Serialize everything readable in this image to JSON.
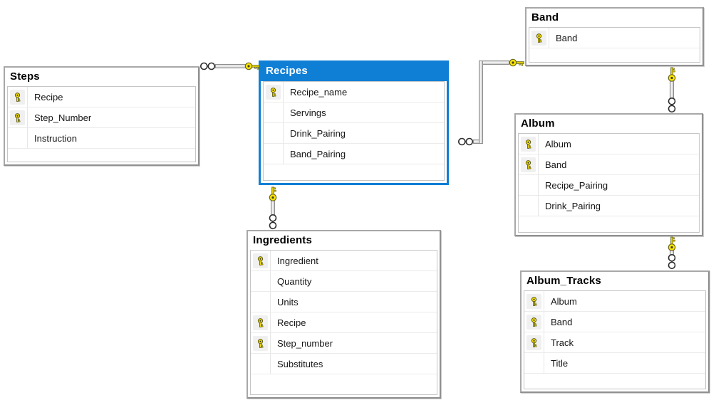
{
  "diagram": {
    "kind": "database-entity-relationship-diagram",
    "background_color": "#ffffff",
    "selected_accent_color": "#0f7fd6",
    "primary_key_color": "#ffe400",
    "icons": {
      "primary_key": "key-icon",
      "relationship_one_end": "key-icon",
      "relationship_many_end": "infinity-circles-icon"
    },
    "tables": [
      {
        "title": "Steps",
        "selected": false,
        "columns": [
          {
            "name": "Recipe",
            "pk": true
          },
          {
            "name": "Step_Number",
            "pk": true
          },
          {
            "name": "Instruction",
            "pk": false
          }
        ]
      },
      {
        "title": "Recipes",
        "selected": true,
        "columns": [
          {
            "name": "Recipe_name",
            "pk": true
          },
          {
            "name": "Servings",
            "pk": false
          },
          {
            "name": "Drink_Pairing",
            "pk": false
          },
          {
            "name": "Band_Pairing",
            "pk": false
          }
        ]
      },
      {
        "title": "Ingredients",
        "selected": false,
        "columns": [
          {
            "name": "Ingredient",
            "pk": true
          },
          {
            "name": "Quantity",
            "pk": false
          },
          {
            "name": "Units",
            "pk": false
          },
          {
            "name": "Recipe",
            "pk": true
          },
          {
            "name": "Step_number",
            "pk": true
          },
          {
            "name": "Substitutes",
            "pk": false
          }
        ]
      },
      {
        "title": "Band",
        "selected": false,
        "columns": [
          {
            "name": "Band",
            "pk": true
          }
        ]
      },
      {
        "title": "Album",
        "selected": false,
        "columns": [
          {
            "name": "Album",
            "pk": true
          },
          {
            "name": "Band",
            "pk": true
          },
          {
            "name": "Recipe_Pairing",
            "pk": false
          },
          {
            "name": "Drink_Pairing",
            "pk": false
          }
        ]
      },
      {
        "title": "Album_Tracks",
        "selected": false,
        "columns": [
          {
            "name": "Album",
            "pk": true
          },
          {
            "name": "Band",
            "pk": true
          },
          {
            "name": "Track",
            "pk": true
          },
          {
            "name": "Title",
            "pk": false
          }
        ]
      }
    ],
    "relationships": [
      {
        "one_side": "Recipes",
        "many_side": "Steps",
        "one_symbol": "key",
        "many_symbol": "infinity"
      },
      {
        "one_side": "Band",
        "many_side": "Recipes",
        "one_symbol": "key",
        "many_symbol": "infinity"
      },
      {
        "one_side": "Band",
        "many_side": "Album",
        "one_symbol": "key",
        "many_symbol": "infinity"
      },
      {
        "one_side": "Album",
        "many_side": "Album_Tracks",
        "one_symbol": "key",
        "many_symbol": "infinity"
      },
      {
        "one_side": "Recipes",
        "many_side": "Ingredients",
        "one_symbol": "key",
        "many_symbol": "infinity"
      }
    ]
  }
}
